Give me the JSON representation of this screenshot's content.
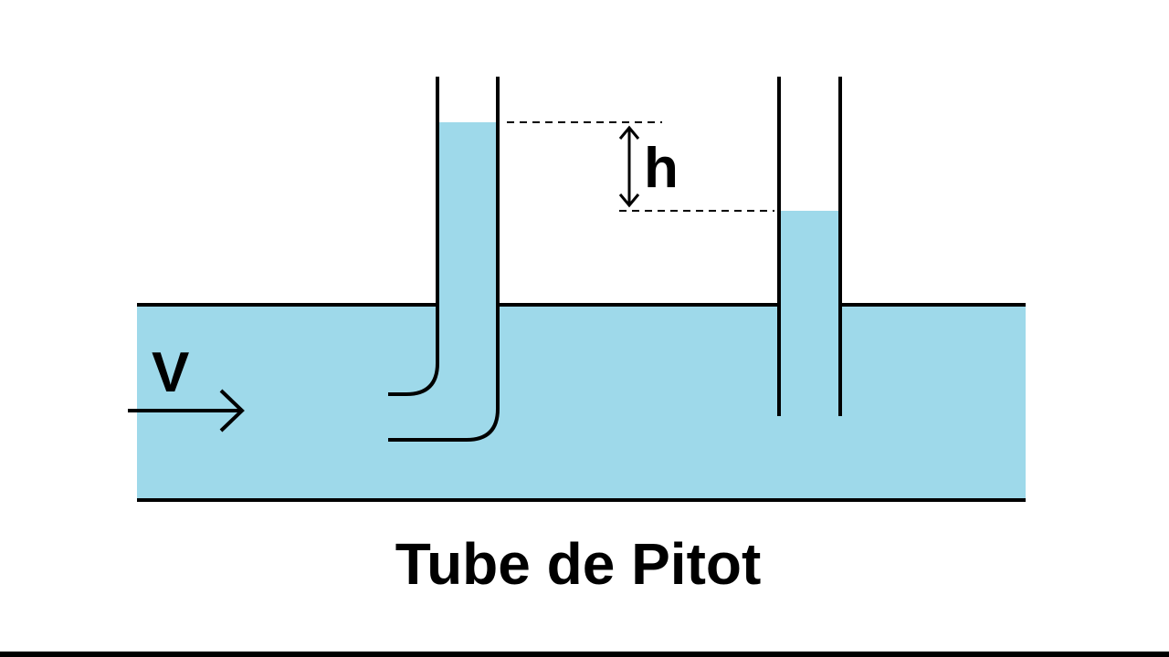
{
  "labels": {
    "velocity": "V",
    "height_difference": "h",
    "title": "Tube de Pitot"
  },
  "colors": {
    "water": "#9ed9ea",
    "line": "#000000",
    "background": "#ffffff"
  }
}
